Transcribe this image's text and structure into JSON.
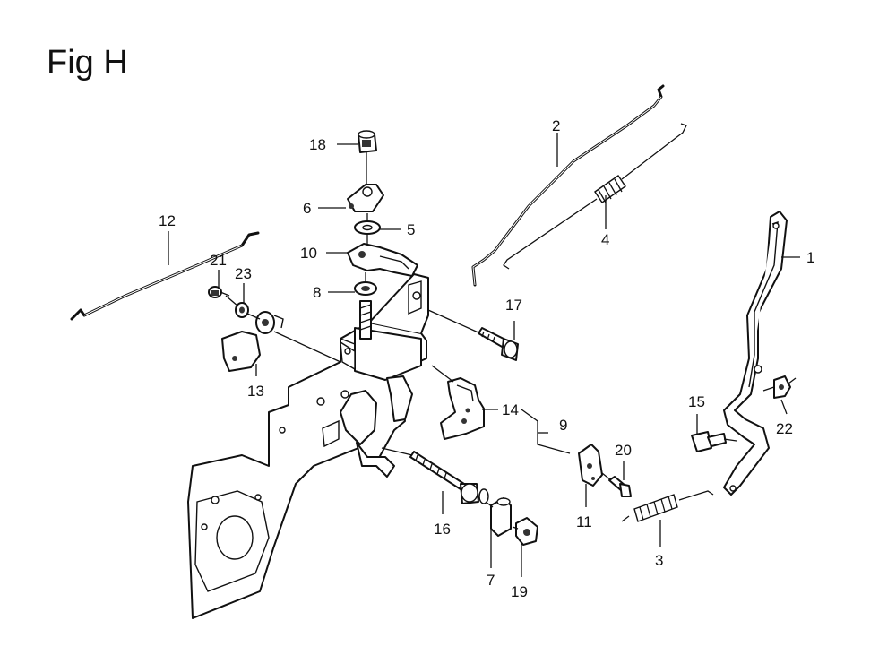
{
  "figure": {
    "title": "Fig H"
  },
  "callouts": {
    "c1": "1",
    "c2": "2",
    "c3": "3",
    "c4": "4",
    "c5": "5",
    "c6": "6",
    "c7": "7",
    "c8": "8",
    "c9": "9",
    "c10": "10",
    "c11": "11",
    "c12": "12",
    "c13": "13",
    "c14": "14",
    "c15": "15",
    "c16": "16",
    "c17": "17",
    "c18": "18",
    "c19": "19",
    "c20": "20",
    "c21": "21",
    "c22": "22",
    "c23": "23"
  }
}
